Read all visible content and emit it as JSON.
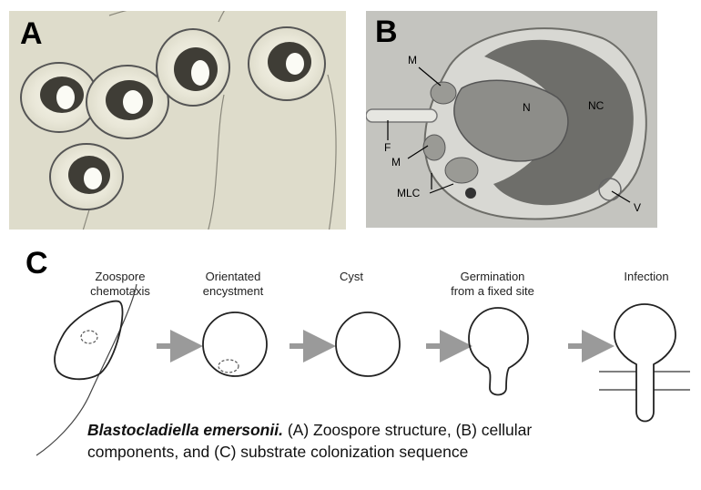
{
  "panels": {
    "a": {
      "letter": "A"
    },
    "b": {
      "letter": "B",
      "labels": {
        "m_top": "M",
        "f": "F",
        "m_bottom": "M",
        "mlc": "MLC",
        "n": "N",
        "nc": "NC",
        "v": "V"
      }
    },
    "c": {
      "letter": "C",
      "stages": [
        {
          "line1": "Zoospore",
          "line2": "chemotaxis"
        },
        {
          "line1": "Orientated",
          "line2": "encystment"
        },
        {
          "line1": "Cyst",
          "line2": ""
        },
        {
          "line1": "Germination",
          "line2": "from a fixed site"
        },
        {
          "line1": "Infection",
          "line2": ""
        }
      ]
    }
  },
  "caption": {
    "species": "Blastocladiella emersonii.",
    "line1_rest": " (A) Zoospore structure, (B) cellular",
    "line2": "components, and (C) substrate colonization sequence"
  },
  "colors": {
    "arrow": "#9a9a9a",
    "micrograph_bg": "#dedccb",
    "em_bg": "#c4c4bf",
    "nucleus": "#8d8d89",
    "cap": "#6e6e6a"
  }
}
